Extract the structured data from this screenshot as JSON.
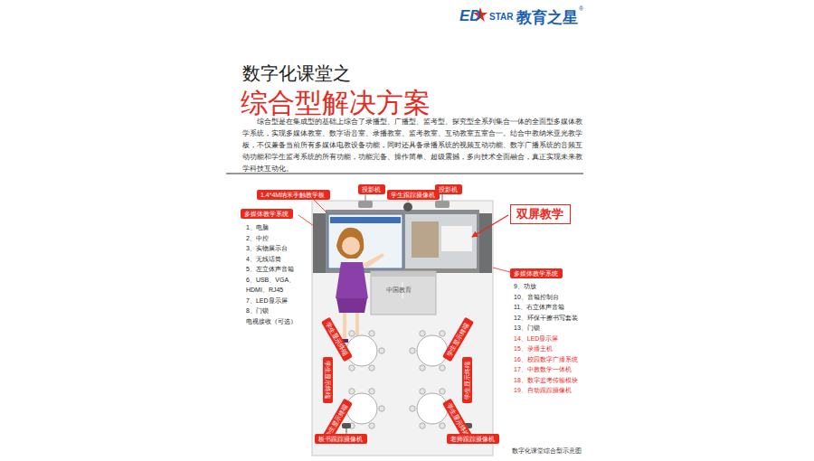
{
  "diagram": {
    "title": "数字化课堂之",
    "caption": "数字化课堂综合型示意图",
    "nodes": [
      {
        "text": [
          "1.4*4M纳米手触教学板"
        ]
      },
      {
        "text": [
          "投影机"
        ]
      },
      {
        "text": [
          "学生跟踪摄像机"
        ]
      },
      {
        "text": [
          "投影机"
        ]
      },
      {
        "text": [
          "双屏教学"
        ]
      },
      {
        "text": [
          "多媒体教学系统"
        ]
      },
      {
        "text": [
          "多媒体教学系统"
        ]
      },
      {
        "text": [
          "学生显示终端"
        ]
      },
      {
        "text": [
          "学生显示终端"
        ]
      },
      {
        "text": [
          "学生显示终端"
        ]
      },
      {
        "text": [
          "学生显示终端"
        ]
      },
      {
        "text": [
          "学生显示终端"
        ]
      },
      {
        "text": [
          "学生显示终端"
        ]
      },
      {
        "text": [
          "板书跟踪摄像机"
        ]
      },
      {
        "text": [
          "老师跟踪摄像机"
        ]
      }
    ],
    "labels": [
      "ED",
      "STAR",
      "教育之星",
      "®",
      "综合型解决方案",
      "综合型是在集成型的基础上综合了录播型、广播型、监考型、探究型全系列集合一体的全面型多媒体教学系统，实现多媒体教室、数字语音室、录播教室、监考教室、互动教室五室合一。结合中教纳米亚光教学板，不仅兼备当前所有多媒体电教设备功能，同时还具备录播系统的视频互动功能、数字广播系统的音频互动功能和学生监考系统的所有功能，功能完备、操作简单、超级震撼，多向技术全面融合，真正实现未来教学科技互动化。",
      "1、电脑",
      "2、中控",
      "3、实物展示台",
      "4、无线话筒",
      "5、左立体声音箱",
      "6、USB、VGA、HDMI、RJ45",
      "7、LED显示屏",
      "8、门锁",
      "电视接收（可选）",
      "9、功放",
      "10、音箱控制台",
      "11、右立体声音箱",
      "12、环保干擦书写套装",
      "13、门锁",
      "14、LED显示屏",
      "15、录播主机",
      "16、校园数字广播系统",
      "17、中教数学一体机",
      "18、数字监考传输模块",
      "19、自动跟踪摄像机",
      "中国教育"
    ]
  }
}
